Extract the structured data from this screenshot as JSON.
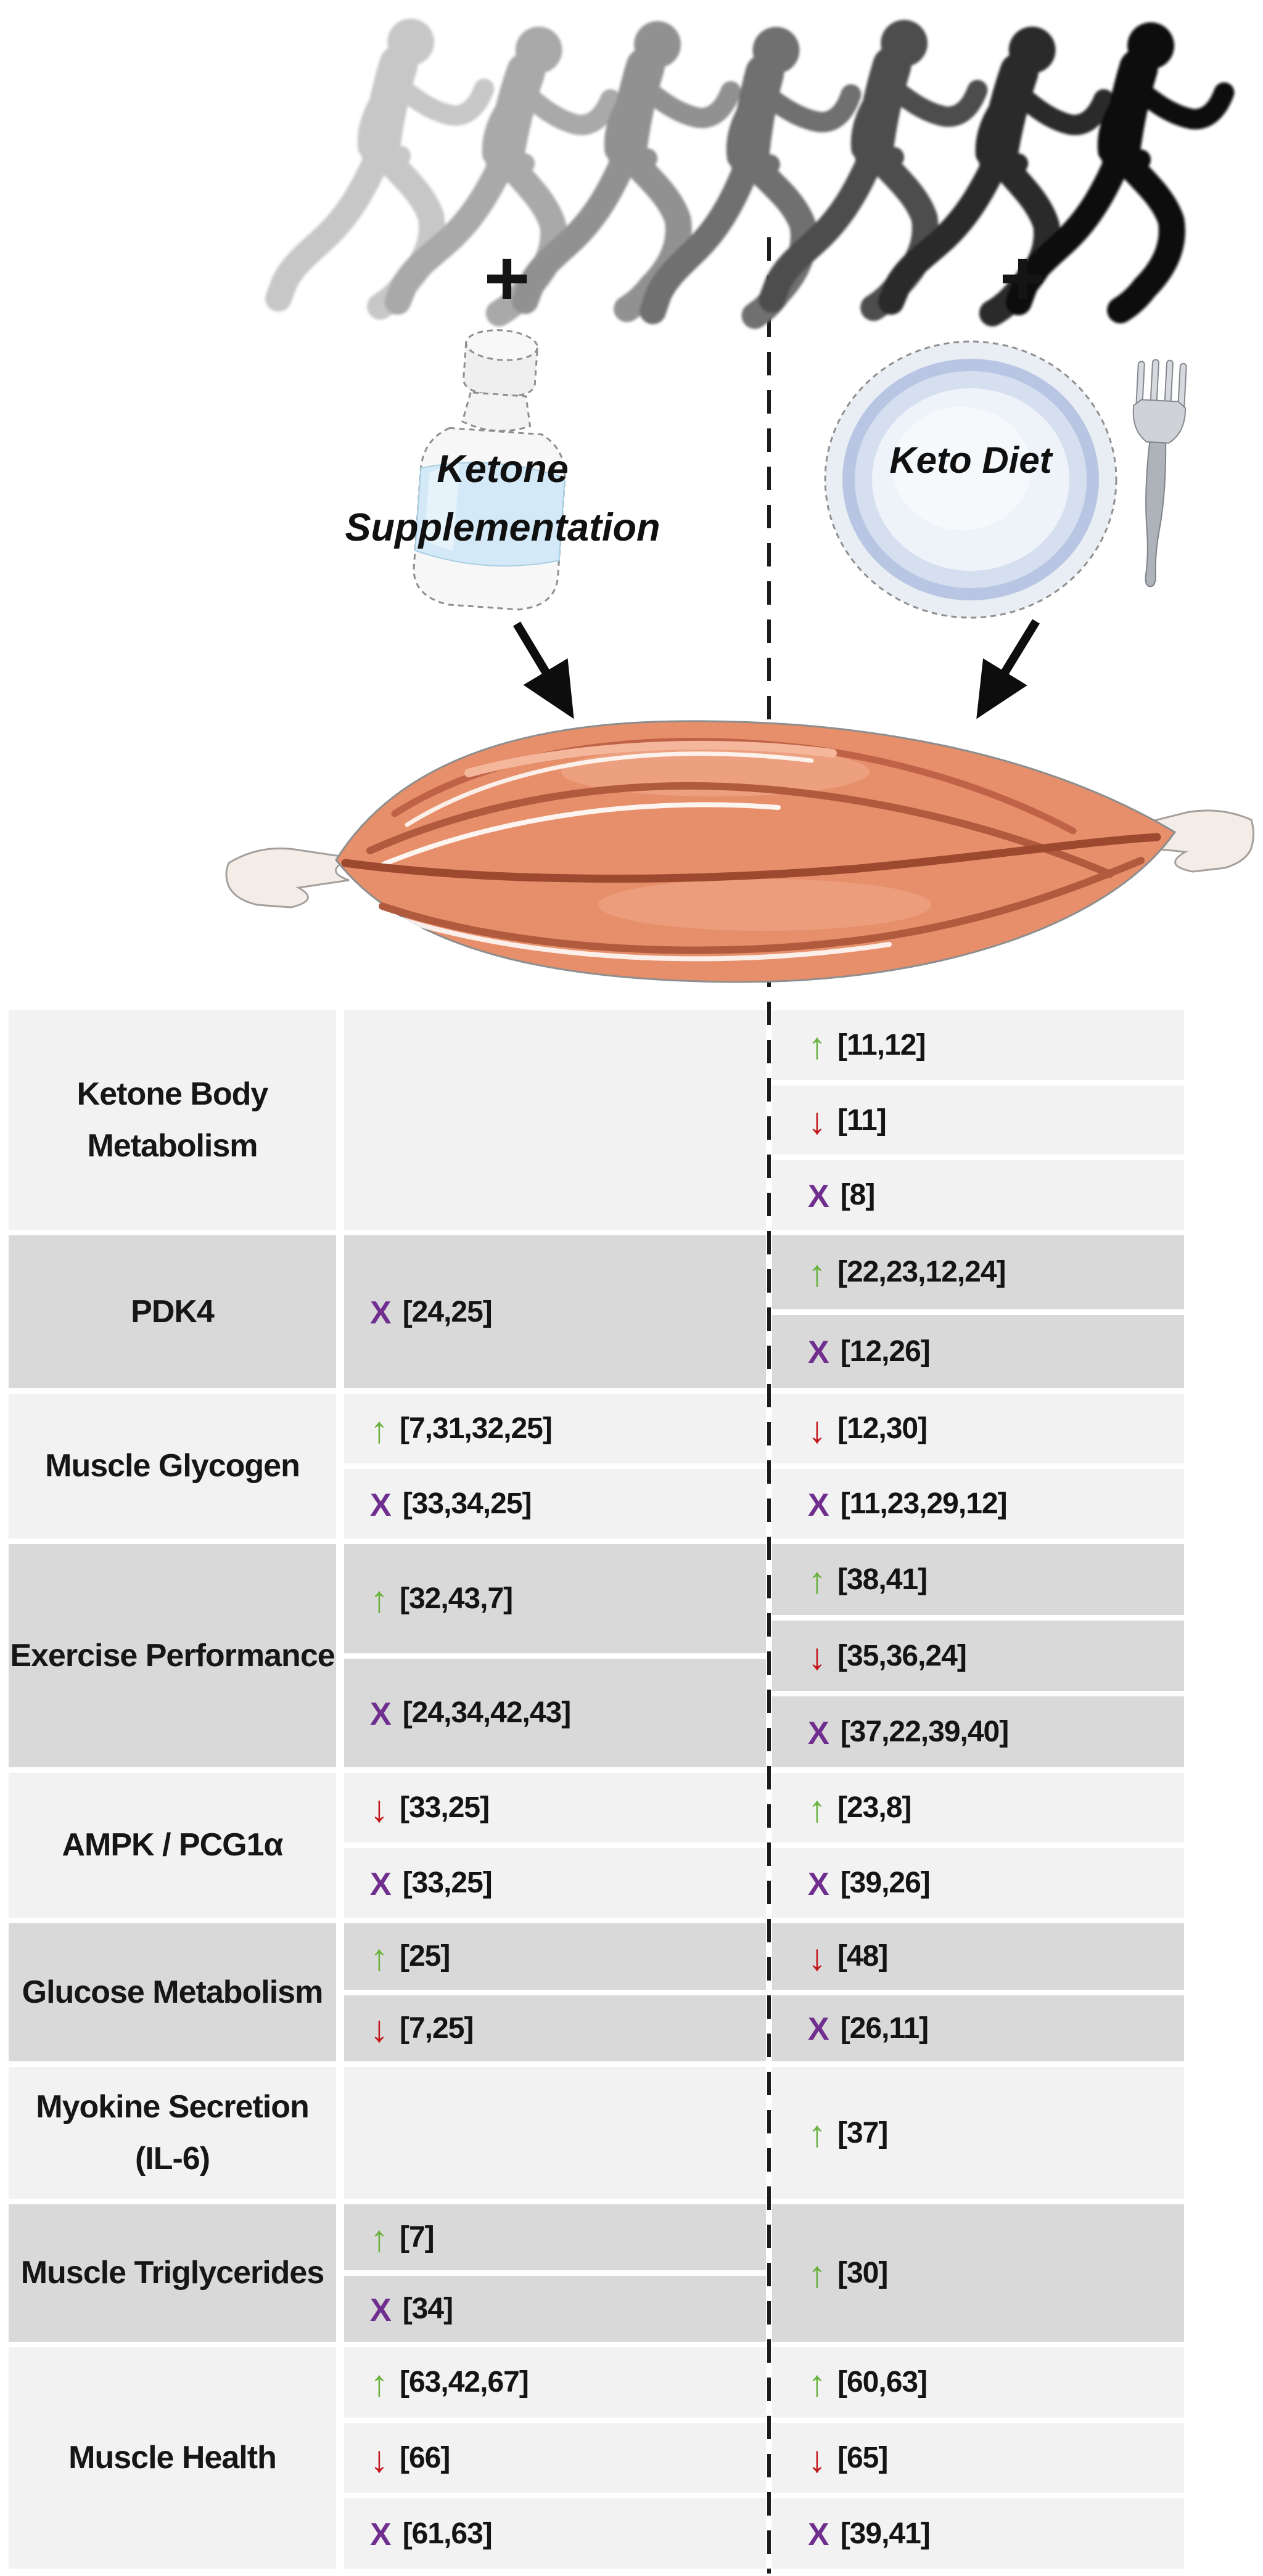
{
  "top": {
    "plus_symbol": "+",
    "supplement_label": "Ketone Supplementation",
    "diet_label": "Keto Diet"
  },
  "icons": {
    "up": {
      "glyph": "↑",
      "color": "#69b23e",
      "name": "up-arrow"
    },
    "down": {
      "glyph": "↓",
      "color": "#c3161c",
      "name": "down-arrow"
    },
    "x": {
      "glyph": "X",
      "color": "#702f8f",
      "name": "x-mark"
    }
  },
  "colors": {
    "row_light": "#f2f2f2",
    "row_dark": "#d9d9d9",
    "divider": "#1b1b1b",
    "muscle_body": "#e78f6b"
  },
  "table": {
    "rows": [
      {
        "category": "Ketone Body Metabolism",
        "shade": "light",
        "ketone": [],
        "keto": [
          {
            "symbol": "up",
            "refs": "[11,12]"
          },
          {
            "symbol": "down",
            "refs": "[11]"
          },
          {
            "symbol": "x",
            "refs": "[8]"
          }
        ]
      },
      {
        "category": "PDK4",
        "shade": "dark",
        "ketone": [
          {
            "symbol": "x",
            "refs": "[24,25]"
          }
        ],
        "keto": [
          {
            "symbol": "up",
            "refs": "[22,23,12,24]"
          },
          {
            "symbol": "x",
            "refs": "[12,26]"
          }
        ]
      },
      {
        "category": "Muscle Glycogen",
        "shade": "light",
        "ketone": [
          {
            "symbol": "up",
            "refs": "[7,31,32,25]"
          },
          {
            "symbol": "x",
            "refs": "[33,34,25]"
          }
        ],
        "keto": [
          {
            "symbol": "down",
            "refs": "[12,30]"
          },
          {
            "symbol": "x",
            "refs": "[11,23,29,12]"
          }
        ]
      },
      {
        "category": "Exercise Performance",
        "shade": "dark",
        "ketone": [
          {
            "symbol": "up",
            "refs": "[32,43,7]"
          },
          {
            "symbol": "x",
            "refs": "[24,34,42,43]"
          }
        ],
        "keto": [
          {
            "symbol": "up",
            "refs": "[38,41]"
          },
          {
            "symbol": "down",
            "refs": "[35,36,24]"
          },
          {
            "symbol": "x",
            "refs": "[37,22,39,40]"
          }
        ]
      },
      {
        "category": "AMPK / PCG1α",
        "shade": "light",
        "ketone": [
          {
            "symbol": "down",
            "refs": "[33,25]"
          },
          {
            "symbol": "x",
            "refs": "[33,25]"
          }
        ],
        "keto": [
          {
            "symbol": "up",
            "refs": "[23,8]"
          },
          {
            "symbol": "x",
            "refs": "[39,26]"
          }
        ]
      },
      {
        "category": "Glucose Metabolism",
        "shade": "dark",
        "ketone": [
          {
            "symbol": "up",
            "refs": "[25]"
          },
          {
            "symbol": "down",
            "refs": "[7,25]"
          }
        ],
        "keto": [
          {
            "symbol": "down",
            "refs": "[48]"
          },
          {
            "symbol": "x",
            "refs": "[26,11]"
          }
        ]
      },
      {
        "category": "Myokine Secretion (IL-6)",
        "shade": "light",
        "ketone": [],
        "keto": [
          {
            "symbol": "up",
            "refs": "[37]"
          }
        ]
      },
      {
        "category": "Muscle Triglycerides",
        "shade": "dark",
        "ketone": [
          {
            "symbol": "up",
            "refs": "[7]"
          },
          {
            "symbol": "x",
            "refs": "[34]"
          }
        ],
        "keto": [
          {
            "symbol": "up",
            "refs": "[30]"
          }
        ]
      },
      {
        "category": "Muscle Health",
        "shade": "light",
        "ketone": [
          {
            "symbol": "up",
            "refs": "[63,42,67]"
          },
          {
            "symbol": "down",
            "refs": "[66]"
          },
          {
            "symbol": "x",
            "refs": "[61,63]"
          }
        ],
        "keto": [
          {
            "symbol": "up",
            "refs": "[60,63]"
          },
          {
            "symbol": "down",
            "refs": "[65]"
          },
          {
            "symbol": "x",
            "refs": "[39,41]"
          }
        ]
      }
    ]
  }
}
